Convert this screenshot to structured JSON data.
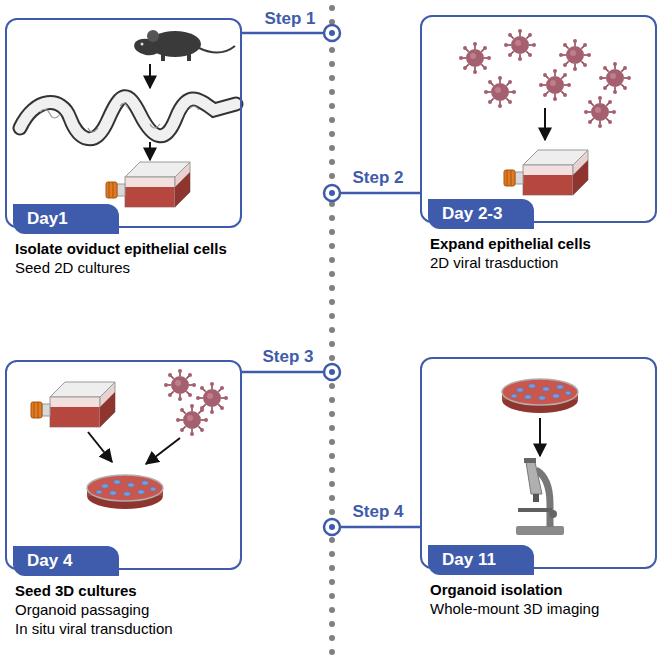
{
  "diagram": {
    "nodes": [
      {
        "text": [
          "Isolate oviduct epithelial cells",
          "Seed 2D cultures"
        ]
      },
      {
        "text": [
          "Day1"
        ],
        "in": 0
      },
      {
        "text": [
          "Expand epithelial cells",
          "2D viral trasduction"
        ]
      },
      {
        "text": [
          "Day 2-3"
        ],
        "in": 2
      },
      {
        "text": [
          "Seed 3D cultures",
          "Organoid passaging",
          "In situ viral transduction"
        ]
      },
      {
        "text": [
          "Day 4"
        ],
        "in": 4
      },
      {
        "text": [
          "Organoid isolation",
          "Whole-mount 3D imaging"
        ]
      },
      {
        "text": [
          "Day 11"
        ],
        "in": 6
      }
    ],
    "labels": [
      "Step 1",
      "Step 2",
      "Step 3",
      "Step 4"
    ]
  }
}
